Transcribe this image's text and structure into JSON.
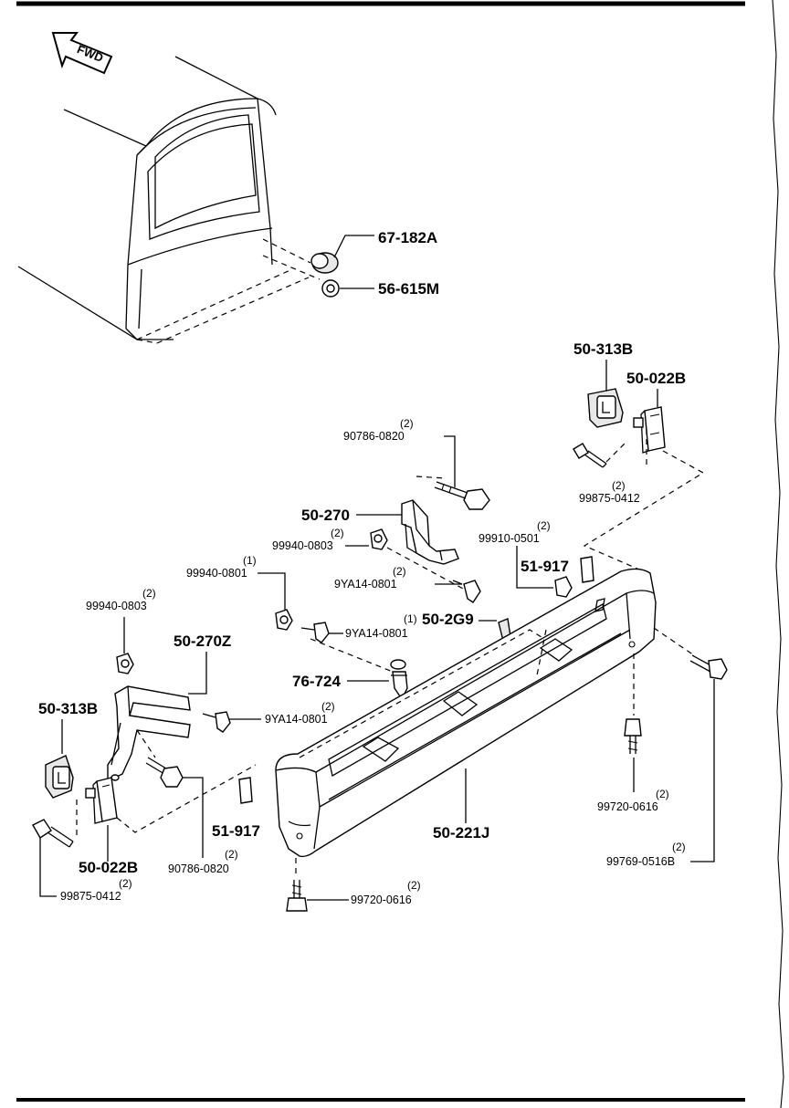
{
  "fwd": {
    "text": "FWD"
  },
  "callouts": {
    "p67_182A": "67-182A",
    "p56_615M": "56-615M",
    "p50_313B_right": "50-313B",
    "p50_022B_right": "50-022B",
    "p90786_0820_top": {
      "qty": "(2)",
      "part": "90786-0820"
    },
    "p99875_0412_right": {
      "qty": "(2)",
      "part": "99875-0412"
    },
    "p50_270": "50-270",
    "p99940_0803_mid": {
      "qty": "(2)",
      "part": "99940-0803"
    },
    "p99910_0501": {
      "qty": "(2)",
      "part": "99910-0501"
    },
    "p51_917_right": "51-917",
    "p9YA14_0801_a": {
      "qty": "(2)",
      "part": "9YA14-0801"
    },
    "p99940_0801": {
      "qty": "(1)",
      "part": "99940-0801"
    },
    "p50_2G9": {
      "qty": "(1)",
      "part": "50-2G9"
    },
    "p9YA14_0801_b": {
      "part": "9YA14-0801"
    },
    "p99940_0803_left": {
      "qty": "(2)",
      "part": "99940-0803"
    },
    "p50_270Z": "50-270Z",
    "p76_724": "76-724",
    "p50_313B_left": "50-313B",
    "p9YA14_0801_c": {
      "qty": "(2)",
      "part": "9YA14-0801"
    },
    "p99720_0616_right": {
      "qty": "(2)",
      "part": "99720-0616"
    },
    "p51_917_left": "51-917",
    "p50_221J": "50-221J",
    "p50_022B_left": "50-022B",
    "p90786_0820_bottom": {
      "qty": "(2)",
      "part": "90786-0820"
    },
    "p99769_0516B": {
      "qty": "(2)",
      "part": "99769-0516B"
    },
    "p99875_0412_left": {
      "qty": "(2)",
      "part": "99875-0412"
    },
    "p99720_0616_bottom": {
      "qty": "(2)",
      "part": "99720-0616"
    }
  }
}
